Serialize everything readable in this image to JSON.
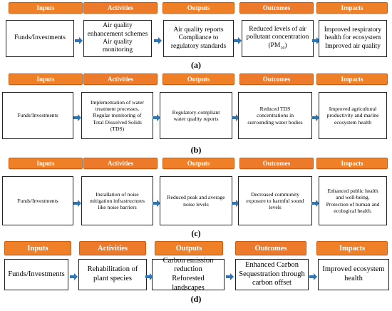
{
  "colors": {
    "header_fill": "#f08028",
    "header_fill_alt": "#ed7a2a",
    "arrow": "#2e75b6",
    "box_border": "#222222"
  },
  "panels": [
    {
      "label": "(a)",
      "headers": [
        "Inputs",
        "Activities",
        "Outputs",
        "Outcomes",
        "Impacts"
      ],
      "boxes": [
        "Funds/Investments",
        "Air quality\nenhancement schemes\nAir quality monitoring",
        "Air quality reports\nCompliance to\nregulatory standards",
        "Reduced levels of air\npollutant concentration\n(PM10)",
        "Improved respiratory\nhealth for ecosystem\nImproved air quality"
      ]
    },
    {
      "label": "(b)",
      "headers": [
        "Inputs",
        "Activities",
        "Outputs",
        "Outcomes",
        "Impacts"
      ],
      "boxes": [
        "Funds/Investments",
        "Implementation of water\ntreatment processes.\nRegular monitoring of\nTotal Dissolved Solids\n(TDS)",
        "Regulatory-compliant\nwater quality reports",
        "Reduced TDS\nconcentrations in\nsurrounding water bodies",
        "Improved agricultural\nproductivity and marine\necosystem health"
      ]
    },
    {
      "label": "(c)",
      "headers": [
        "Inputs",
        "Activities",
        "Outputs",
        "Outcomes",
        "Impacts"
      ],
      "boxes": [
        "Funds/Investments",
        "Installation of noise\nmitigation infrastructures\nlike noise barriers",
        "Reduced peak and average\nnoise levels",
        "Decreased community\nexposure to harmful sound\nlevels",
        "Enhanced public health\nand well-being.\nProtection of human and\necological health."
      ]
    },
    {
      "label": "(d)",
      "headers": [
        "Inputs",
        "Activities",
        "Outputs",
        "Outcomes",
        "Impacts"
      ],
      "boxes": [
        "Funds/Investments",
        "Rehabilitation of\nplant species",
        "Carbon emission\nreduction\nReforested landscapes",
        "Enhanced Carbon\nSequestration through\ncarbon offset",
        "Improved ecosystem\nhealth"
      ]
    }
  ]
}
